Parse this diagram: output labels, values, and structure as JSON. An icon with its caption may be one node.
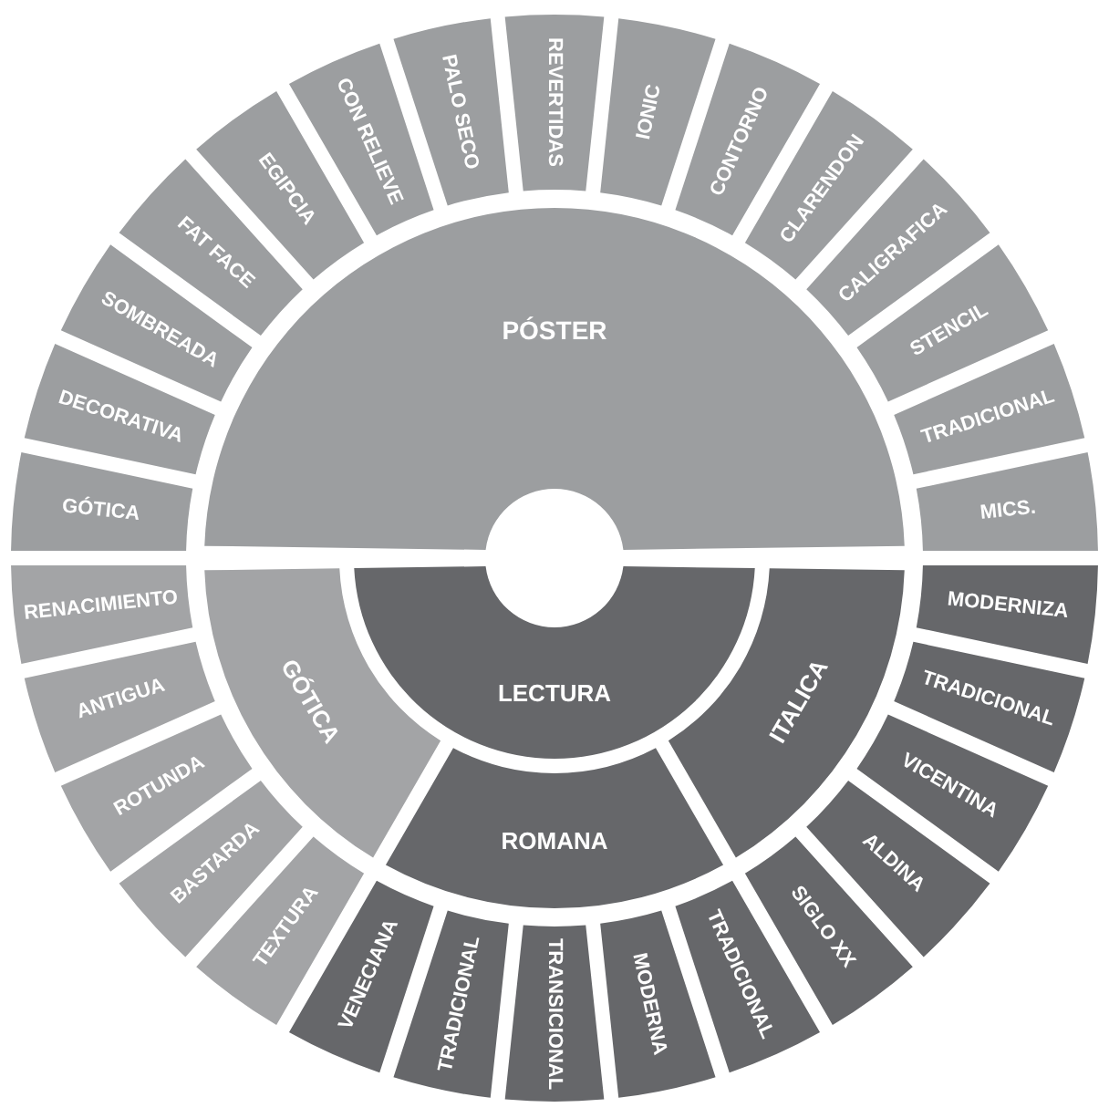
{
  "diagram": {
    "nodes": [
      {
        "text": [
          "PÓSTER"
        ]
      },
      {
        "text": [
          "GÓTICA"
        ]
      },
      {
        "text": [
          "DECORATIVA"
        ]
      },
      {
        "text": [
          "SOMBREADA"
        ]
      },
      {
        "text": [
          "FAT FACE"
        ]
      },
      {
        "text": [
          "EGIPCIA"
        ]
      },
      {
        "text": [
          "CON RELIEVE"
        ]
      },
      {
        "text": [
          "PALO SECO"
        ]
      },
      {
        "text": [
          "REVERTIDAS"
        ]
      },
      {
        "text": [
          "IONIC"
        ]
      },
      {
        "text": [
          "CONTORNO"
        ]
      },
      {
        "text": [
          "CLARENDON"
        ]
      },
      {
        "text": [
          "CALIGRAFICA"
        ]
      },
      {
        "text": [
          "STENCIL"
        ]
      },
      {
        "text": [
          "TRADICIONAL"
        ]
      },
      {
        "text": [
          "MICS."
        ]
      },
      {
        "text": [
          "LECTURA"
        ]
      },
      {
        "text": [
          "GÓTICA"
        ]
      },
      {
        "text": [
          "ROMANA"
        ]
      },
      {
        "text": [
          "ITALICA"
        ]
      },
      {
        "text": [
          "RENACIMIENTO"
        ]
      },
      {
        "text": [
          "ANTIGUA"
        ]
      },
      {
        "text": [
          "ROTUNDA"
        ]
      },
      {
        "text": [
          "BASTARDA"
        ]
      },
      {
        "text": [
          "TEXTURA"
        ]
      },
      {
        "text": [
          "VENECIANA"
        ]
      },
      {
        "text": [
          "TRADICIONAL"
        ]
      },
      {
        "text": [
          "TRANSICIONAL"
        ]
      },
      {
        "text": [
          "MODERNA"
        ]
      },
      {
        "text": [
          "TRADICIONAL"
        ]
      },
      {
        "text": [
          "MODERNIZA"
        ]
      },
      {
        "text": [
          "TRADICIONAL"
        ]
      },
      {
        "text": [
          "VICENTINA"
        ]
      },
      {
        "text": [
          "ALDINA"
        ]
      },
      {
        "text": [
          "SIGLO XX"
        ]
      }
    ]
  }
}
